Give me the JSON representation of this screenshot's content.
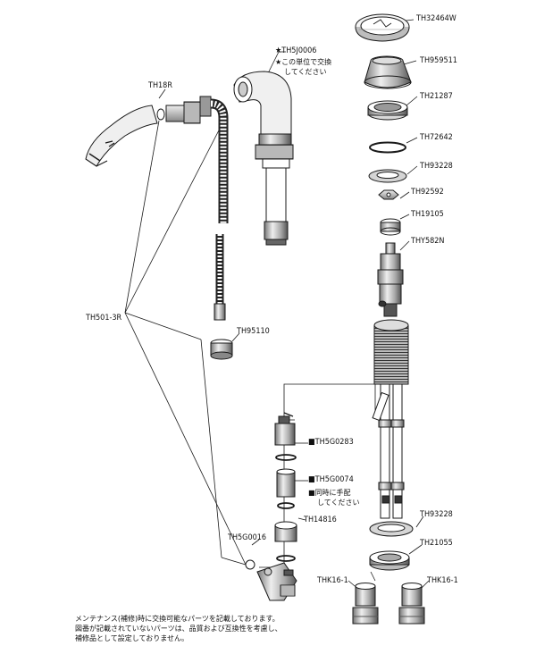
{
  "labels": {
    "p1": "TH32464W",
    "p2": "TH959511",
    "p3": "TH21287",
    "p4": "TH72642",
    "p5": "TH93228",
    "p6": "TH92592",
    "p7": "TH19105",
    "p8": "THY582N",
    "p9": "TH5J0006",
    "p10": "TH18R",
    "p11": "TH501-3R",
    "p12": "TH95110",
    "p13": "TH5G0283",
    "p14": "TH5G0074",
    "p15": "TH14816",
    "p16": "TH5G0016",
    "p17": "TH93228",
    "p18": "TH21055",
    "p19": "THK16-1",
    "p20": "THK16-1"
  },
  "notes": {
    "swap_unit_1": "★この単位で交換",
    "swap_unit_2": "してください",
    "same_time_1": "■同時に手配",
    "same_time_2": "してください",
    "footer_1": "メンテナンス(補修)時に交換可能なパーツを記載しております。",
    "footer_2": "図番が記載されていないパーツは、品質および互換性を考慮し、",
    "footer_3": "補修品として設定しておりません。"
  },
  "markers": {
    "star": "★",
    "square": "■"
  },
  "colors": {
    "line": "#1a1a1a",
    "shade": "#8a8a8a",
    "light": "#d0d0d0",
    "background": "#ffffff"
  }
}
